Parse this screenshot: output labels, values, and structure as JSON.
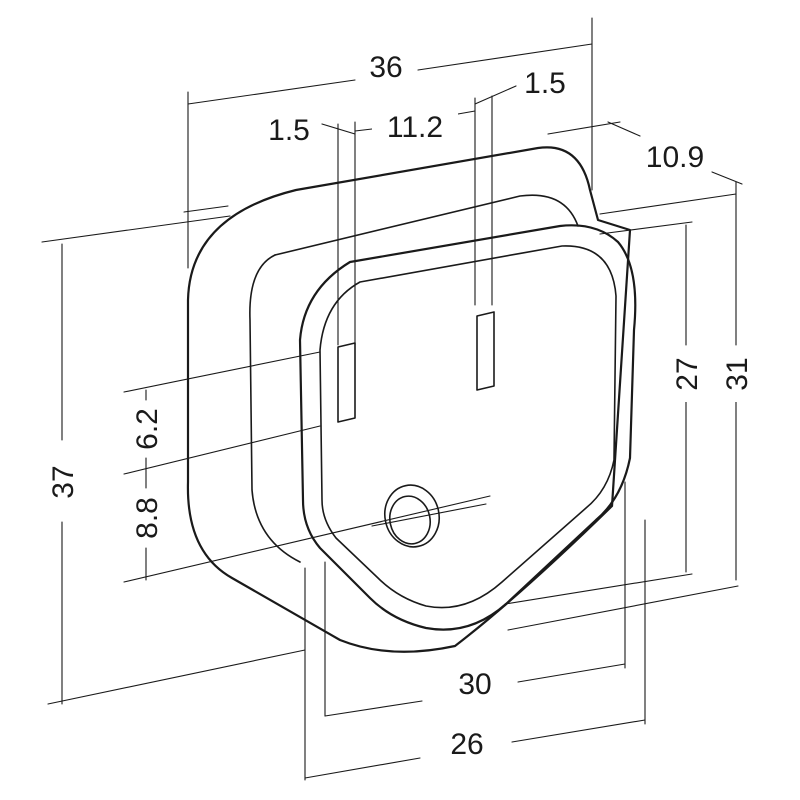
{
  "diagram": {
    "dimensions": {
      "width_36": "36",
      "pin_width_left": "1.5",
      "pin_spacing": "11.2",
      "pin_width_right": "1.5",
      "depth": "10.9",
      "height_37": "37",
      "pin_offset": "6.2",
      "hole_offset": "8.8",
      "height_27": "27",
      "height_31": "31",
      "width_30": "30",
      "width_26": "26"
    }
  }
}
